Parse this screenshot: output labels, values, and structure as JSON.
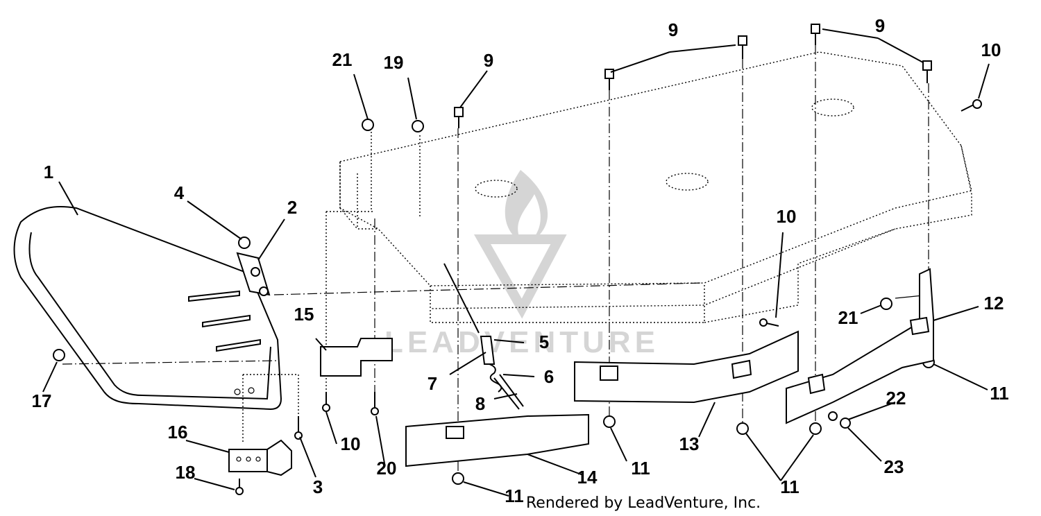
{
  "callouts": [
    {
      "text": "1"
    },
    {
      "text": "2"
    },
    {
      "text": "3"
    },
    {
      "text": "4"
    },
    {
      "text": "5"
    },
    {
      "text": "6"
    },
    {
      "text": "7"
    },
    {
      "text": "8"
    },
    {
      "text": "9"
    },
    {
      "text": "9"
    },
    {
      "text": "9"
    },
    {
      "text": "10"
    },
    {
      "text": "10"
    },
    {
      "text": "10"
    },
    {
      "text": "11"
    },
    {
      "text": "11"
    },
    {
      "text": "11"
    },
    {
      "text": "11"
    },
    {
      "text": "12"
    },
    {
      "text": "13"
    },
    {
      "text": "14"
    },
    {
      "text": "15"
    },
    {
      "text": "16"
    },
    {
      "text": "17"
    },
    {
      "text": "18"
    },
    {
      "text": "19"
    },
    {
      "text": "20"
    },
    {
      "text": "21"
    },
    {
      "text": "21"
    },
    {
      "text": "22"
    },
    {
      "text": "23"
    }
  ],
  "footer": "Rendered by LeadVenture, Inc.",
  "watermark": "LEADVENTURE",
  "colors": {
    "ink": "#000000",
    "paper": "#ffffff",
    "watermark": "#d9d9d9"
  }
}
